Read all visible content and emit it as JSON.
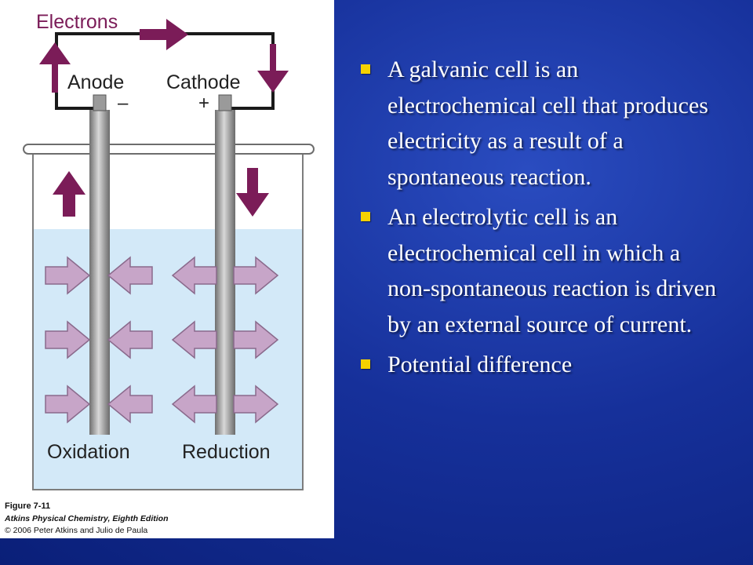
{
  "figure": {
    "electrons_label": "Electrons",
    "anode_label": "Anode",
    "cathode_label": "Cathode",
    "anode_sign": "–",
    "cathode_sign": "+",
    "oxidation_label": "Oxidation",
    "reduction_label": "Reduction",
    "caption_figure": "Figure 7-11",
    "caption_book": "Atkins Physical Chemistry, Eighth Edition",
    "caption_copyright": "© 2006 Peter Atkins and Julio de Paula",
    "colors": {
      "arrow_dark": "#7b1c58",
      "arrow_light": "#c7a5c8",
      "solution": "#d3e9f8",
      "electrode": "#8c8c8c"
    }
  },
  "bullets": [
    {
      "text": "A galvanic cell is an electrochemical cell that produces electricity as a result of a spontaneous reaction."
    },
    {
      "text": "An electrolytic cell is an electrochemical cell in which a non-spontaneous reaction is driven by an external source of current."
    },
    {
      "text": "Potential difference"
    }
  ],
  "colors": {
    "background": "#16309a",
    "bullet_marker": "#f5d100",
    "text": "#ffffff"
  }
}
